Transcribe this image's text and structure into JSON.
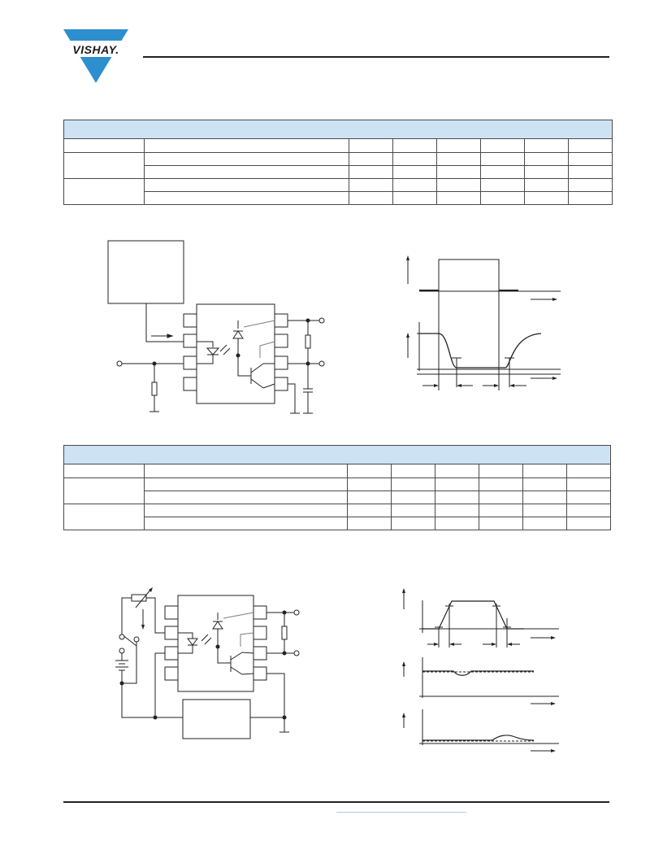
{
  "header": {
    "brand": "VISHAY.",
    "colors": {
      "logo_blue": "#2e8fcf",
      "table_head_bg": "#cde3f4",
      "rule": "#222222",
      "footer_link": "#a9c9ea"
    }
  },
  "tables": [
    {
      "rows": [
        [
          "",
          "",
          "",
          "",
          "",
          "",
          "",
          ""
        ],
        [
          "",
          "",
          "",
          "",
          "",
          "",
          "",
          ""
        ],
        [
          "",
          "",
          "",
          "",
          "",
          "",
          "",
          ""
        ],
        [
          "",
          "",
          "",
          "",
          "",
          "",
          "",
          ""
        ],
        [
          "",
          "",
          "",
          "",
          "",
          "",
          "",
          ""
        ]
      ]
    },
    {
      "rows": [
        [
          "",
          "",
          "",
          "",
          "",
          "",
          "",
          ""
        ],
        [
          "",
          "",
          "",
          "",
          "",
          "",
          "",
          ""
        ],
        [
          "",
          "",
          "",
          "",
          "",
          "",
          "",
          ""
        ],
        [
          "",
          "",
          "",
          "",
          "",
          "",
          "",
          ""
        ],
        [
          "",
          "",
          "",
          "",
          "",
          "",
          "",
          ""
        ]
      ]
    }
  ],
  "figures": [
    {
      "type": "test-circuit"
    },
    {
      "type": "switching-waveform"
    },
    {
      "type": "test-circuit"
    },
    {
      "type": "waveform-set"
    }
  ]
}
